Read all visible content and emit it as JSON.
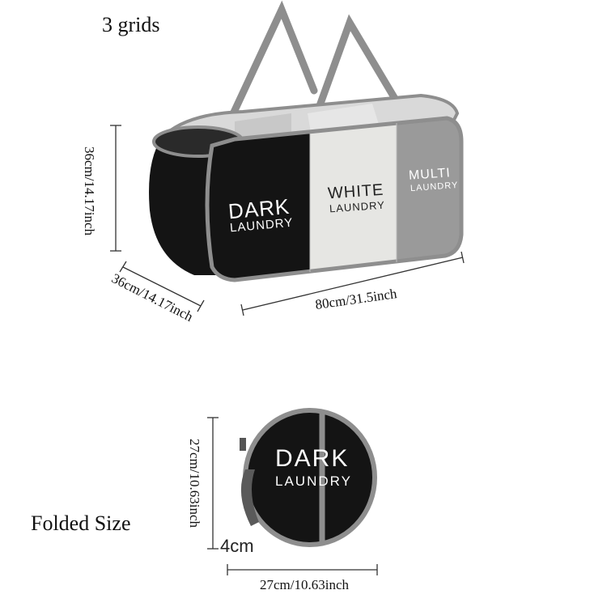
{
  "labels": {
    "grids": "3 grids",
    "folded": "Folded Size"
  },
  "dimensions": {
    "height": "36cm/14.17inch",
    "depth": "36cm/14.17inch",
    "width": "80cm/31.5inch",
    "folded_height": "27cm/10.63inch",
    "folded_width": "27cm/10.63inch",
    "folded_thickness": "4cm"
  },
  "panels": {
    "dark_main": "DARK",
    "dark_sub": "LAUNDRY",
    "white_main": "WHITE",
    "white_sub": "LAUNDRY",
    "multi_main": "MULTI",
    "multi_sub": "LAUNDRY"
  },
  "folded_panel": {
    "main": "DARK",
    "sub": "LAUNDRY"
  },
  "colors": {
    "dark": "#141414",
    "white": "#e6e6e3",
    "multi": "#9a9a9a",
    "trim": "#8e8e8e"
  }
}
